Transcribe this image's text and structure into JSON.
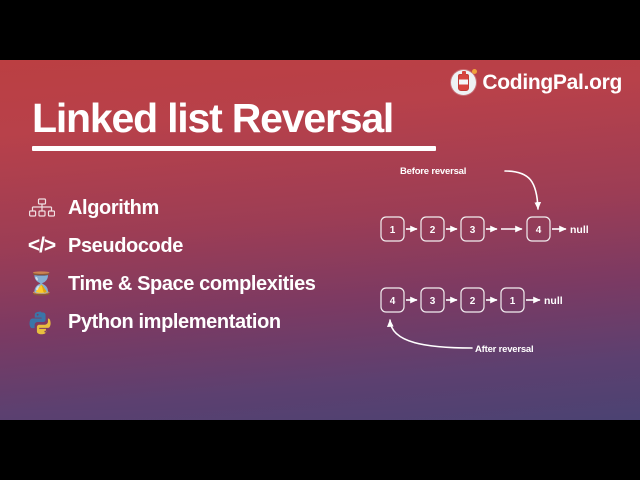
{
  "branding": {
    "logo_text": "CodingPal.org",
    "logo_icon": "bottle-badge-icon"
  },
  "title": "Linked list Reversal",
  "features": [
    {
      "icon": "sitemap-icon",
      "label": "Algorithm"
    },
    {
      "icon": "code-tags-icon",
      "label": "Pseudocode"
    },
    {
      "icon": "hourglass-icon",
      "glyph": "⌛",
      "label": "Time & Space complexities"
    },
    {
      "icon": "python-logo-icon",
      "label": "Python implementation"
    }
  ],
  "diagram": {
    "before": {
      "annotation": "Before reversal",
      "nodes": [
        "1",
        "2",
        "3",
        "4"
      ],
      "terminator": "null"
    },
    "after": {
      "annotation": "After reversal",
      "nodes": [
        "4",
        "3",
        "2",
        "1"
      ],
      "terminator": "null"
    }
  },
  "colors": {
    "gradient_top": "#bb3f42",
    "gradient_mid": "#7b3a63",
    "gradient_bottom": "#4b4272",
    "text": "#ffffff",
    "letterbox": "#000000"
  }
}
